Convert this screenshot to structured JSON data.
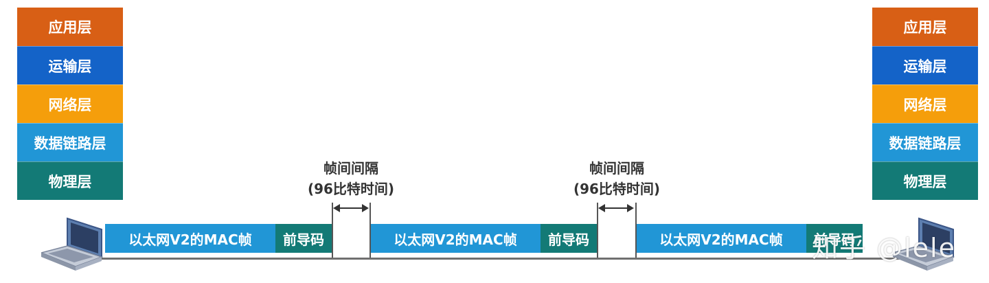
{
  "layers": [
    {
      "label": "应用层",
      "color": "#d85f15"
    },
    {
      "label": "运输层",
      "color": "#1463c8"
    },
    {
      "label": "网络层",
      "color": "#f59e0b"
    },
    {
      "label": "数据链路层",
      "color": "#2196d6"
    },
    {
      "label": "物理层",
      "color": "#137a76"
    }
  ],
  "frames": [
    {
      "body": "以太网V2的MAC帧",
      "preamble": "前导码"
    },
    {
      "body": "以太网V2的MAC帧",
      "preamble": "前导码"
    },
    {
      "body": "以太网V2的MAC帧",
      "preamble": "前导码"
    }
  ],
  "gaps": [
    {
      "title": "帧间间隔",
      "detail": "(96比特时间)"
    },
    {
      "title": "帧间间隔",
      "detail": "(96比特时间)"
    }
  ],
  "watermark": "知乎 @lele"
}
